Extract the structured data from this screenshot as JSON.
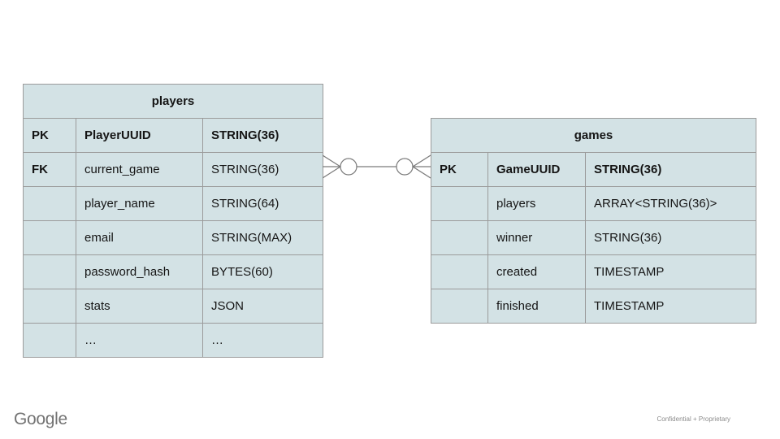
{
  "slide": {
    "background": "#ffffff",
    "footer": {
      "logo": "Google",
      "note": "Confidential + Proprietary"
    }
  },
  "colors": {
    "cell_fill": "#d3e2e5",
    "table_border": "#9b9b9b",
    "connector_stroke": "#7a7a7a",
    "text": "#151515",
    "logo_gray": "#737373",
    "footer_note_gray": "#8c8c8c"
  },
  "tables": {
    "players": {
      "title": "players",
      "rows": [
        {
          "key": "PK",
          "field": "PlayerUUID",
          "type": "STRING(36)"
        },
        {
          "key": "FK",
          "field": "current_game",
          "type": "STRING(36)"
        },
        {
          "key": "",
          "field": "player_name",
          "type": "STRING(64)"
        },
        {
          "key": "",
          "field": "email",
          "type": "STRING(MAX)"
        },
        {
          "key": "",
          "field": "password_hash",
          "type": "BYTES(60)"
        },
        {
          "key": "",
          "field": "stats",
          "type": "JSON"
        },
        {
          "key": "",
          "field": "…",
          "type": "…"
        }
      ]
    },
    "games": {
      "title": "games",
      "rows": [
        {
          "key": "PK",
          "field": "GameUUID",
          "type": "STRING(36)"
        },
        {
          "key": "",
          "field": "players",
          "type": "ARRAY<STRING(36)>"
        },
        {
          "key": "",
          "field": "winner",
          "type": "STRING(36)"
        },
        {
          "key": "",
          "field": "created",
          "type": "TIMESTAMP"
        },
        {
          "key": "",
          "field": "finished",
          "type": "TIMESTAMP"
        }
      ]
    }
  },
  "relationship": {
    "notation": "crows-foot",
    "from_table": "players",
    "from_field": "current_game",
    "to_table": "games",
    "to_field": "GameUUID",
    "left_cardinality": "zero-or-many",
    "right_cardinality": "zero-or-many"
  }
}
